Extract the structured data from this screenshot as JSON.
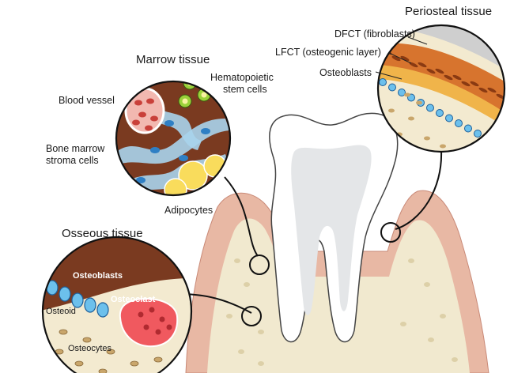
{
  "titles": {
    "periosteal": "Periosteal tissue",
    "marrow": "Marrow tissue",
    "osseous": "Osseous tissue"
  },
  "labels": {
    "dfct": "DFCT (fibroblasts)",
    "lfct": "LFCT (osteogenic layer)",
    "periosteal_osteoblasts": "Osteoblasts",
    "hematopoietic_line1": "Hematopoietic",
    "hematopoietic_line2": "stem cells",
    "blood_vessel": "Blood vessel",
    "stroma_line1": "Bone marrow",
    "stroma_line2": "stroma cells",
    "adipocytes": "Adipocytes",
    "osseous_osteoblasts": "Osteoblasts",
    "osteoclast": "Osteoclast",
    "osteoid": "Osteoid",
    "osteocytes": "Osteocytes"
  },
  "colors": {
    "gum": "#e8b8a4",
    "gum_edge": "#c98a78",
    "bone": "#f1e9cf",
    "bone_pore": "#ddd0a8",
    "tooth": "#ffffff",
    "marrow_bg": "#7a3a20",
    "stroma": "#a9d4ec",
    "cell_blue": "#2f7fc4",
    "adipocyte": "#f9dc5c",
    "stem_cell": "#9bd13a",
    "vessel": "#f2b8b0",
    "blood_cell": "#c9403a",
    "fibroblast": "#d7742e",
    "osteogenic": "#f0b44a",
    "osteoblast": "#6cc0ec",
    "osteoclast": "#f0595f",
    "osteocyte": "#c9a66b"
  }
}
